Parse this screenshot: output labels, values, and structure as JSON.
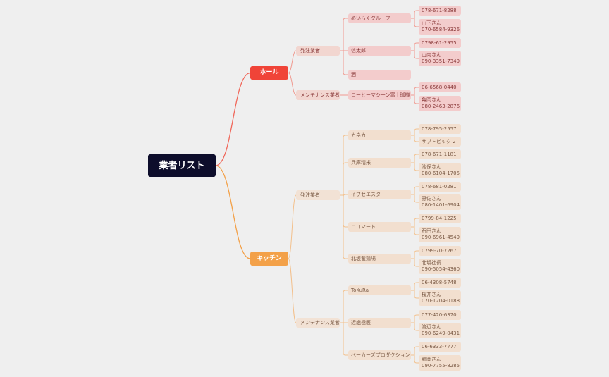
{
  "root": {
    "label": "業者リスト"
  },
  "colors": {
    "hall": "#f04438",
    "kitchen": "#f3a149",
    "root": "#0d0d2b"
  },
  "hall": {
    "label": "ホール",
    "groups": [
      {
        "label": "発注業者",
        "vendors": [
          {
            "label": "めいらくグループ",
            "leaves": [
              [
                "078-671-8288"
              ],
              [
                "山下さん",
                "070-6584-9326"
              ]
            ]
          },
          {
            "label": "信太郎",
            "leaves": [
              [
                "0798-61-2955"
              ],
              [
                "山内さん",
                "090-3351-7349"
              ]
            ]
          },
          {
            "label": "酒",
            "leaves": []
          }
        ]
      },
      {
        "label": "メンテナンス業者",
        "vendors": [
          {
            "label": "コーヒーマシーン富士珈機",
            "leaves": [
              [
                "06-6568-0440"
              ],
              [
                "亀岡さん",
                "080-2463-2876"
              ]
            ]
          }
        ]
      }
    ]
  },
  "kitchen": {
    "label": "キッチン",
    "groups": [
      {
        "label": "発注業者",
        "vendors": [
          {
            "label": "カネカ",
            "leaves": [
              [
                "078-795-2557"
              ],
              [
                "サブトピック 2"
              ]
            ]
          },
          {
            "label": "兵庫精米",
            "leaves": [
              [
                "078-671-1181"
              ],
              [
                "池保さん",
                "080-6104-1705"
              ]
            ]
          },
          {
            "label": "イワセエスタ",
            "leaves": [
              [
                "078-681-0281"
              ],
              [
                "野佐さん",
                "080-1401-6904"
              ]
            ]
          },
          {
            "label": "ニコマート",
            "leaves": [
              [
                "0799-84-1225"
              ],
              [
                "石田さん",
                "090-6961-4549"
              ]
            ]
          },
          {
            "label": "北坂養鶏場",
            "leaves": [
              [
                "0799-70-7267"
              ],
              [
                "北坂社長",
                "090-5054-4360"
              ]
            ]
          }
        ]
      },
      {
        "label": "メンテナンス業者",
        "vendors": [
          {
            "label": "ToKuRa",
            "leaves": [
              [
                "06-4308-5748"
              ],
              [
                "桜井さん",
                "070-1204-0188"
              ]
            ]
          },
          {
            "label": "近畿極医",
            "leaves": [
              [
                "077-420-6370"
              ],
              [
                "渡辺さん",
                "090-6249-0431"
              ]
            ]
          },
          {
            "label": "ベーカーズプロダクション",
            "leaves": [
              [
                "06-6333-7777"
              ],
              [
                "鯨岡さん",
                "090-7755-8285"
              ]
            ]
          }
        ]
      }
    ]
  }
}
